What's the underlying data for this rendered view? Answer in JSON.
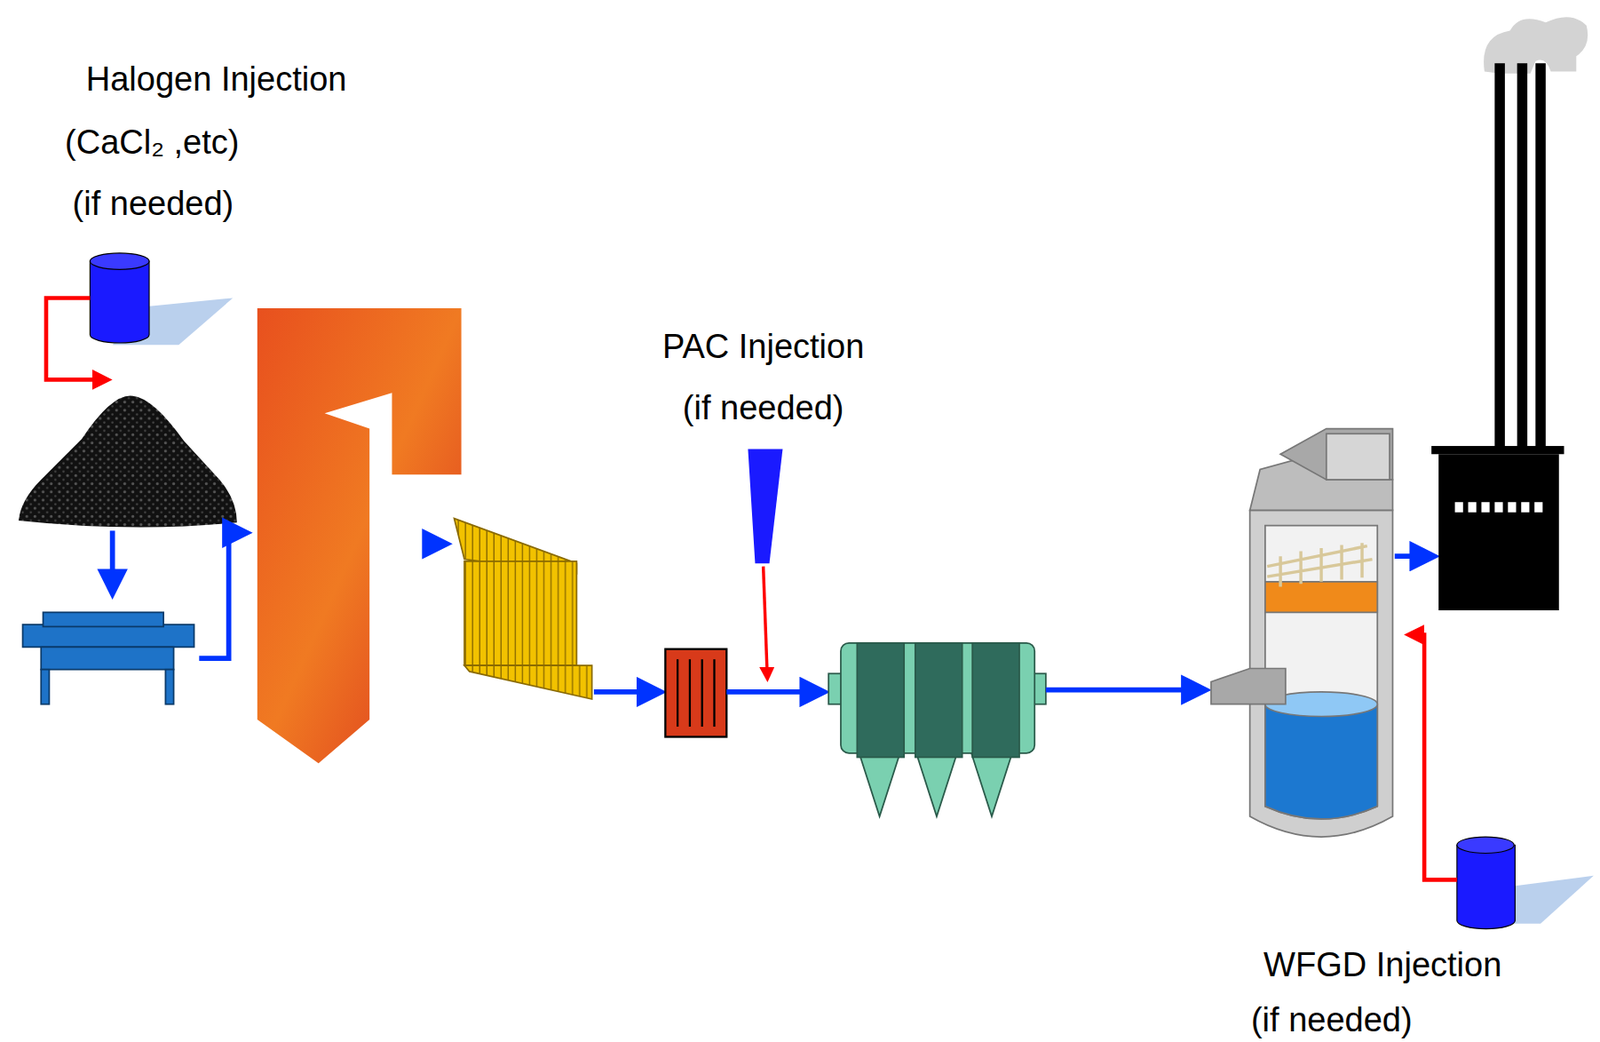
{
  "diagram": {
    "labels": [
      "Halogen Injection",
      "(CaCl₂ ,etc)",
      "(if needed)",
      "PAC Injection",
      "(if needed)",
      "WFGD Injection",
      "(if needed)"
    ]
  }
}
